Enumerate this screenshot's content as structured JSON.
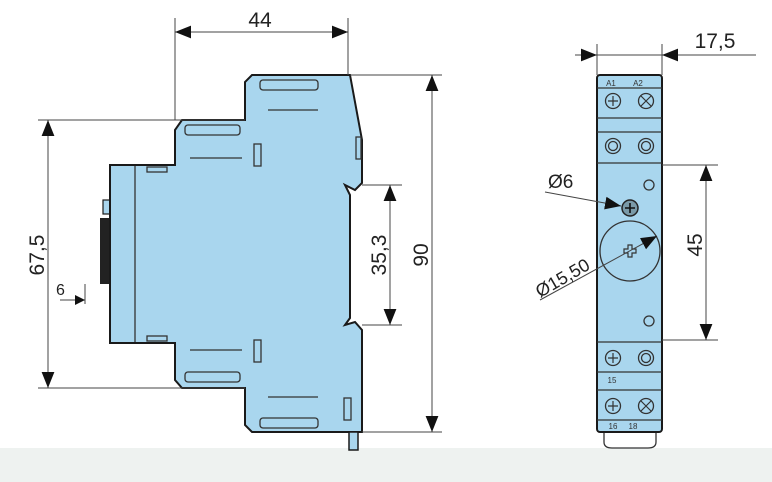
{
  "drawing": {
    "side_view": {
      "width_label": "44",
      "front_height_label": "67,5",
      "total_height_label": "90",
      "din_rail_label": "35,3",
      "knob_depth_label": "6"
    },
    "front_view": {
      "width_label": "17,5",
      "screw_diameter_label": "Ø6",
      "knob_diameter_label": "Ø15,50",
      "spacing_label": "45",
      "terminals": {
        "a1": "A1",
        "a2": "A2",
        "t15": "15",
        "t16": "16",
        "t18": "18"
      }
    }
  },
  "colors": {
    "body": "#a9d6ee",
    "background": "#ffffff",
    "band": "#eef2f0"
  }
}
